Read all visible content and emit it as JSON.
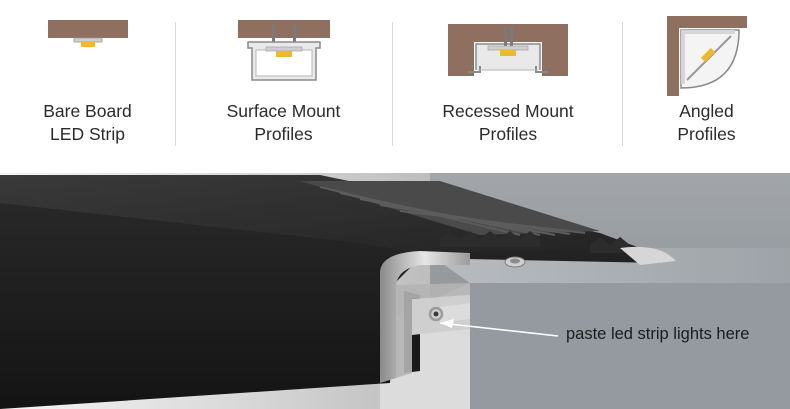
{
  "categories": [
    {
      "line1": "Bare Board",
      "line2": "LED Strip",
      "icon": "bare-board-strip-icon"
    },
    {
      "line1": "Surface Mount",
      "line2": "Profiles",
      "icon": "surface-mount-profile-icon"
    },
    {
      "line1": "Recessed Mount",
      "line2": "Profiles",
      "icon": "recessed-mount-profile-icon"
    },
    {
      "line1": "Angled",
      "line2": "Profiles",
      "icon": "angled-profile-icon"
    }
  ],
  "photo": {
    "callout": "paste led strip lights here"
  },
  "colors": {
    "wood": "#8f7060",
    "led": "#f0b92a",
    "aluminum": "#c8c8c8",
    "profile_black": "#1d1d1d",
    "wall": "#8d9297"
  }
}
